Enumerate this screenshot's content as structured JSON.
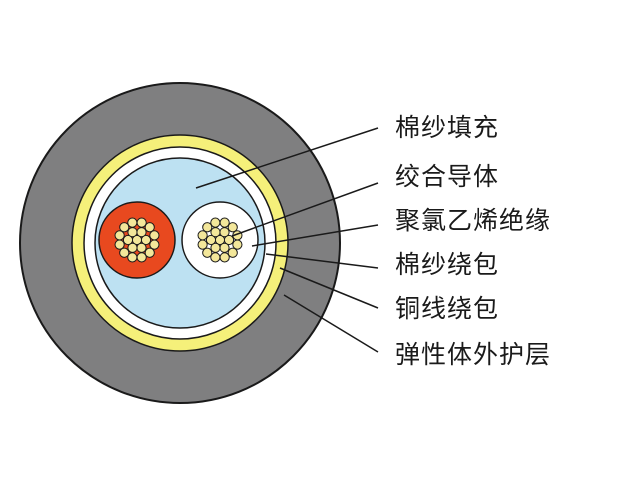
{
  "labels": {
    "cotton_filler": "棉纱填充",
    "stranded_conductor": "绞合导体",
    "pvc_insulation": "聚氯乙烯绝缘",
    "cotton_wrap": "棉纱绕包",
    "copper_wire_wrap": "铜线绕包",
    "elastomer_sheath": "弹性体外护层"
  },
  "colors": {
    "sheath": "#7f7f80",
    "copper_wrap": "#f5f07a",
    "cotton_wrap": "#ffffff",
    "filler": "#bde1f2",
    "insulation_red": "#e8491f",
    "insulation_white": "#ffffff",
    "conductor": "#f3e79a",
    "outline": "#1a1a1a"
  }
}
